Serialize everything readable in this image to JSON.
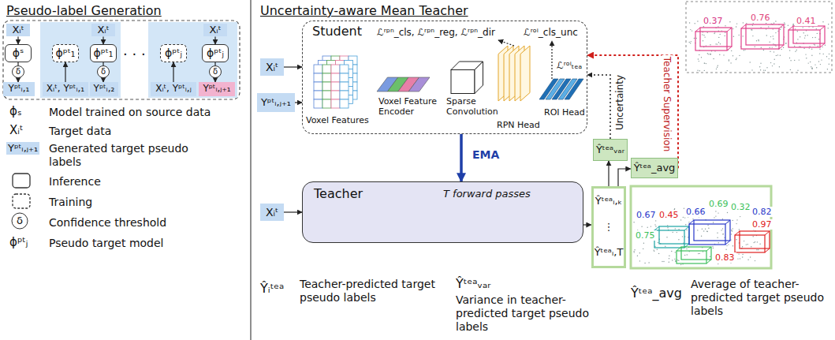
{
  "diagram": {
    "nodes": [
      {
        "text": [
          "Xᵢᵗ"
        ]
      },
      {
        "text": [
          "ϕˢ"
        ]
      },
      {
        "text": [
          "δ"
        ]
      },
      {
        "text": [
          "Yᵖᵗᵢ,₁"
        ]
      },
      {
        "text": [
          "Xᵢᵗ, Yᵖᵗᵢ,₁"
        ]
      },
      {
        "text": [
          "ϕᵖᵗ₁"
        ]
      },
      {
        "text": [
          "Xᵢᵗ"
        ]
      },
      {
        "text": [
          "ϕᵖᵗ₁"
        ]
      },
      {
        "text": [
          "δ"
        ]
      },
      {
        "text": [
          "Yᵖᵗᵢ,₂"
        ]
      },
      {
        "text": [
          "Xᵢᵗ, Yᵖᵗᵢ,ⱼ"
        ]
      },
      {
        "text": [
          "ϕᵖᵗⱼ"
        ]
      },
      {
        "text": [
          "Xᵢᵗ"
        ]
      },
      {
        "text": [
          "ϕᵖᵗⱼ"
        ]
      },
      {
        "text": [
          "δ"
        ]
      },
      {
        "text": [
          "Yᵖᵗᵢ,ⱼ₊₁"
        ]
      },
      {
        "text": [
          "Xᵢᵗ"
        ]
      },
      {
        "text": [
          "Yᵖᵗᵢ,ⱼ₊₁"
        ]
      },
      {
        "text": [
          "Student"
        ]
      },
      {
        "text": [
          "Teacher",
          "T forward passes"
        ]
      },
      {
        "text": [
          "Xᵢᵗ"
        ]
      },
      {
        "text": [
          "Ŷᵗᵉᵃᵢ,ₖ",
          "⋮",
          "Ŷᵗᵉᵃᵢ,T"
        ]
      },
      {
        "text": [
          "Ŷᵗᵉᵃᵥₐᵣ"
        ]
      },
      {
        "text": [
          "Ŷᵗᵉᵃ_avg"
        ]
      }
    ],
    "edges": [
      {
        "from": 0,
        "to": 1,
        "arrow": "to"
      },
      {
        "from": 1,
        "to": 2,
        "arrow": "none"
      },
      {
        "from": 2,
        "to": 3,
        "arrow": "to"
      },
      {
        "from": 4,
        "to": 5,
        "arrow": "to"
      },
      {
        "from": 6,
        "to": 7,
        "arrow": "to"
      },
      {
        "from": 7,
        "to": 8,
        "arrow": "none"
      },
      {
        "from": 8,
        "to": 9,
        "arrow": "to"
      },
      {
        "from": 10,
        "to": 11,
        "arrow": "to"
      },
      {
        "from": 12,
        "to": 13,
        "arrow": "to"
      },
      {
        "from": 13,
        "to": 14,
        "arrow": "none"
      },
      {
        "from": 14,
        "to": 15,
        "arrow": "to"
      },
      {
        "from": 16,
        "to": 18,
        "arrow": "to"
      },
      {
        "from": 17,
        "to": 18,
        "arrow": "to"
      },
      {
        "from": 18,
        "to": 19,
        "arrow": "to",
        "label": "EMA"
      },
      {
        "from": 20,
        "to": 19,
        "arrow": "to"
      },
      {
        "from": 19,
        "to": 21,
        "arrow": "to"
      },
      {
        "from": 21,
        "to": 22,
        "arrow": "to"
      },
      {
        "from": 21,
        "to": 23,
        "arrow": "to"
      },
      {
        "from": 22,
        "to": 18,
        "arrow": "to",
        "label": "Uncertainty"
      },
      {
        "from": 23,
        "to": 18,
        "arrow": "to",
        "label": "Teacher Supervision"
      }
    ],
    "labels": [
      "Pseudo-label Generation",
      "Uncertainty-aware Mean Teacher",
      "· · ·",
      "ϕₛ",
      "Xᵢᵗ",
      "Yᵖᵗᵢ,ⱼ₊₁",
      "δ",
      "ϕᵖᵗⱼ",
      "Voxel Features",
      "Voxel Feature Encoder",
      "Sparse Convolution",
      "RPN Head",
      "ROI Head",
      "ℒʳᵖⁿ_cls, ℒʳᵖⁿ_reg, ℒʳᵖⁿ_dir",
      "ℒʳᵒⁱ_cls_unc",
      "ℒʳᵒⁱₜₑₐ",
      "0.37",
      "0.76",
      "0.41",
      "0.67",
      "0.45",
      "0.66",
      "0.69",
      "0.32",
      "0.82",
      "0.97",
      "0.75",
      "0.83",
      "Ŷᵢᵗᵉᵃ",
      "Teacher-predicted target pseudo labels",
      "Ŷᵗᵉᵃᵥₐᵣ",
      "Variance in teacher-predicted target pseudo labels",
      "Ŷᵗᵉᵃ_avg",
      "Average of teacher-predicted target pseudo labels"
    ],
    "legend": [
      {
        "text": "Model trained on source data"
      },
      {
        "text": "Target data"
      },
      {
        "text": "Generated target pseudo labels"
      },
      {
        "text": "Inference"
      },
      {
        "text": "Training"
      },
      {
        "text": "Confidence threshold"
      },
      {
        "text": "Pseudo target model"
      }
    ]
  }
}
